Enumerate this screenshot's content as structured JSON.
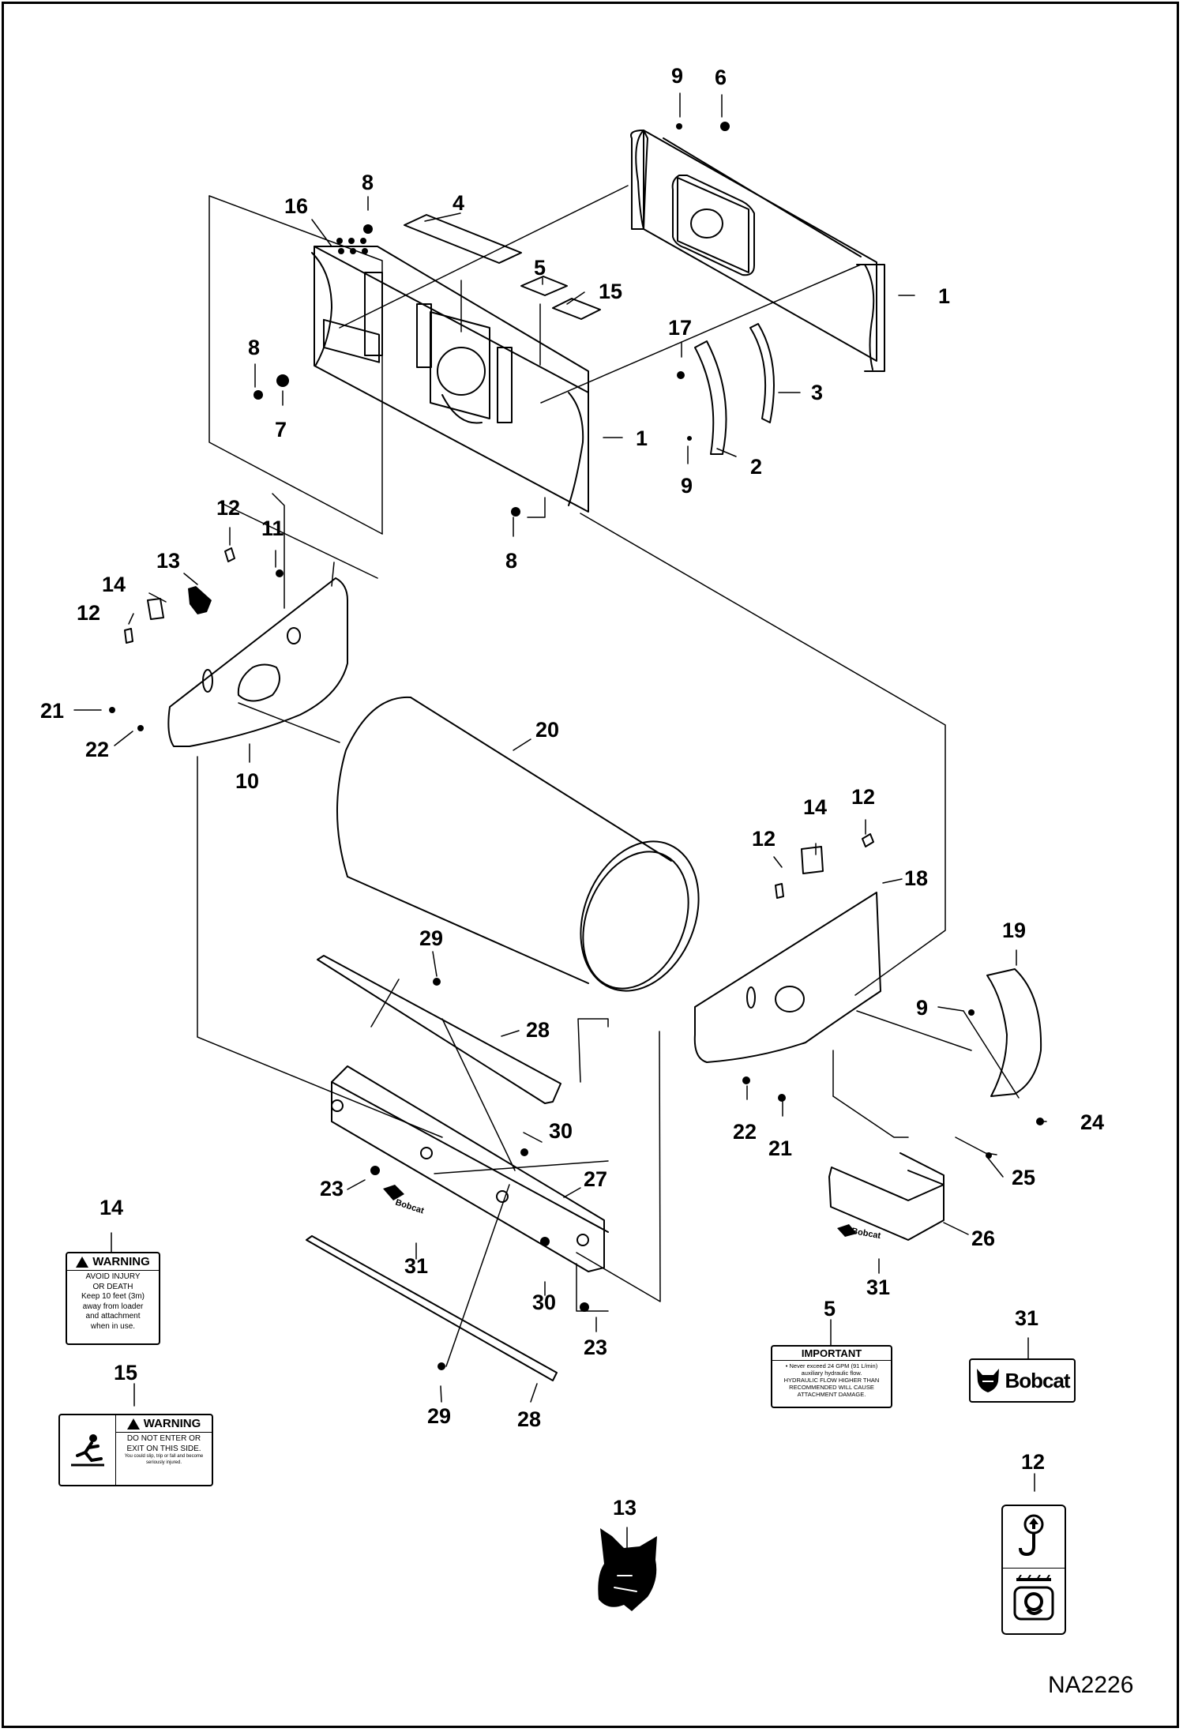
{
  "callouts": {
    "c9a": "9",
    "c6": "6",
    "c8a": "8",
    "c16": "16",
    "c4": "4",
    "c5a": "5",
    "c15a": "15",
    "c1a": "1",
    "c17": "17",
    "c3": "3",
    "c8b": "8",
    "c7": "7",
    "c1b": "1",
    "c2": "2",
    "c9b": "9",
    "c8c": "8",
    "c12a": "12",
    "c11": "11",
    "c13a": "13",
    "c14a": "14",
    "c12b": "12",
    "c21a": "21",
    "c22a": "22",
    "c10": "10",
    "c20": "20",
    "c14b": "14",
    "c12c": "12",
    "c12d": "12",
    "c18": "18",
    "c19": "19",
    "c9c": "9",
    "c29a": "29",
    "c28a": "28",
    "c22b": "22",
    "c21b": "21",
    "c24": "24",
    "c30a": "30",
    "c23a": "23",
    "c27": "27",
    "c25": "25",
    "c31a": "31",
    "c26": "26",
    "c14c": "14",
    "c31b": "31",
    "c30b": "30",
    "c5b": "5",
    "c31c": "31",
    "c23b": "23",
    "c29b": "29",
    "c28b": "28",
    "c15b": "15",
    "c13b": "13",
    "c12e": "12"
  },
  "figure_id": "NA2226",
  "decals": {
    "warning_14": {
      "header": "WARNING",
      "line1": "AVOID INJURY",
      "line2": "OR DEATH",
      "line3": "Keep 10 feet (3m)",
      "line4": "away from loader",
      "line5": "and attachment",
      "line6": "when in use."
    },
    "warning_15": {
      "header": "WARNING",
      "line1": "DO NOT ENTER OR",
      "line2": "EXIT ON THIS  SIDE.",
      "line3": "You could slip, trip or fall and become seriously injured."
    },
    "important_5": {
      "header": "IMPORTANT",
      "line1": "• Never exceed 24 GPM (91 L/min)",
      "line2": "auxiliary hydraulic flow.",
      "line3": "HYDRAULIC FLOW HIGHER THAN",
      "line4": "RECOMMENDED WILL CAUSE",
      "line5": "ATTACHMENT DAMAGE."
    },
    "logo_31": {
      "text": "Bobcat"
    },
    "small_logo_text": "Bobcat"
  },
  "icons": [
    "bobcat-head-icon",
    "lift-hook-icon",
    "crush-hazard-icon",
    "warning-triangle-icon",
    "falling-person-icon"
  ]
}
